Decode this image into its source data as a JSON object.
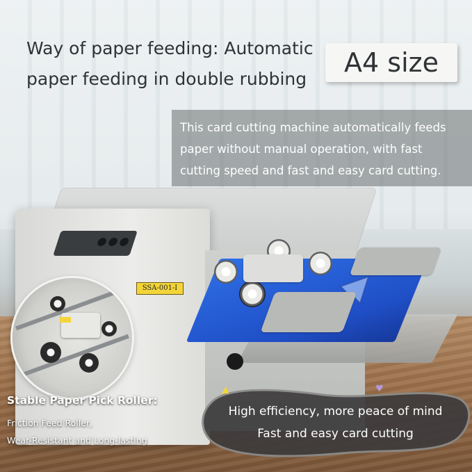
{
  "headline": {
    "line1": "Way of paper feeding: Automatic",
    "line2": "paper feeding in double rubbing"
  },
  "badge": {
    "label": "A4 size"
  },
  "description": {
    "line1": "This card cutting machine automatically feeds",
    "line2": "paper without manual operation, with fast",
    "line3": "cutting speed and fast and easy card cutting."
  },
  "machine": {
    "model_label": "SSA-001-I"
  },
  "roller_callout": {
    "title": "Stable Paper Pick Roller:",
    "line1": "Friction Feed Roller,",
    "line2": "Wear-Resistant and Long-lasting"
  },
  "benefits": {
    "line1": "High efficiency, more peace of mind",
    "line2": "Fast and easy card cutting"
  },
  "colors": {
    "paper_blue": "#1f4fc7",
    "machine_gray": "#d8d9d6",
    "blob_dark": "#3d3b3c",
    "label_yellow": "#f3d53a"
  }
}
